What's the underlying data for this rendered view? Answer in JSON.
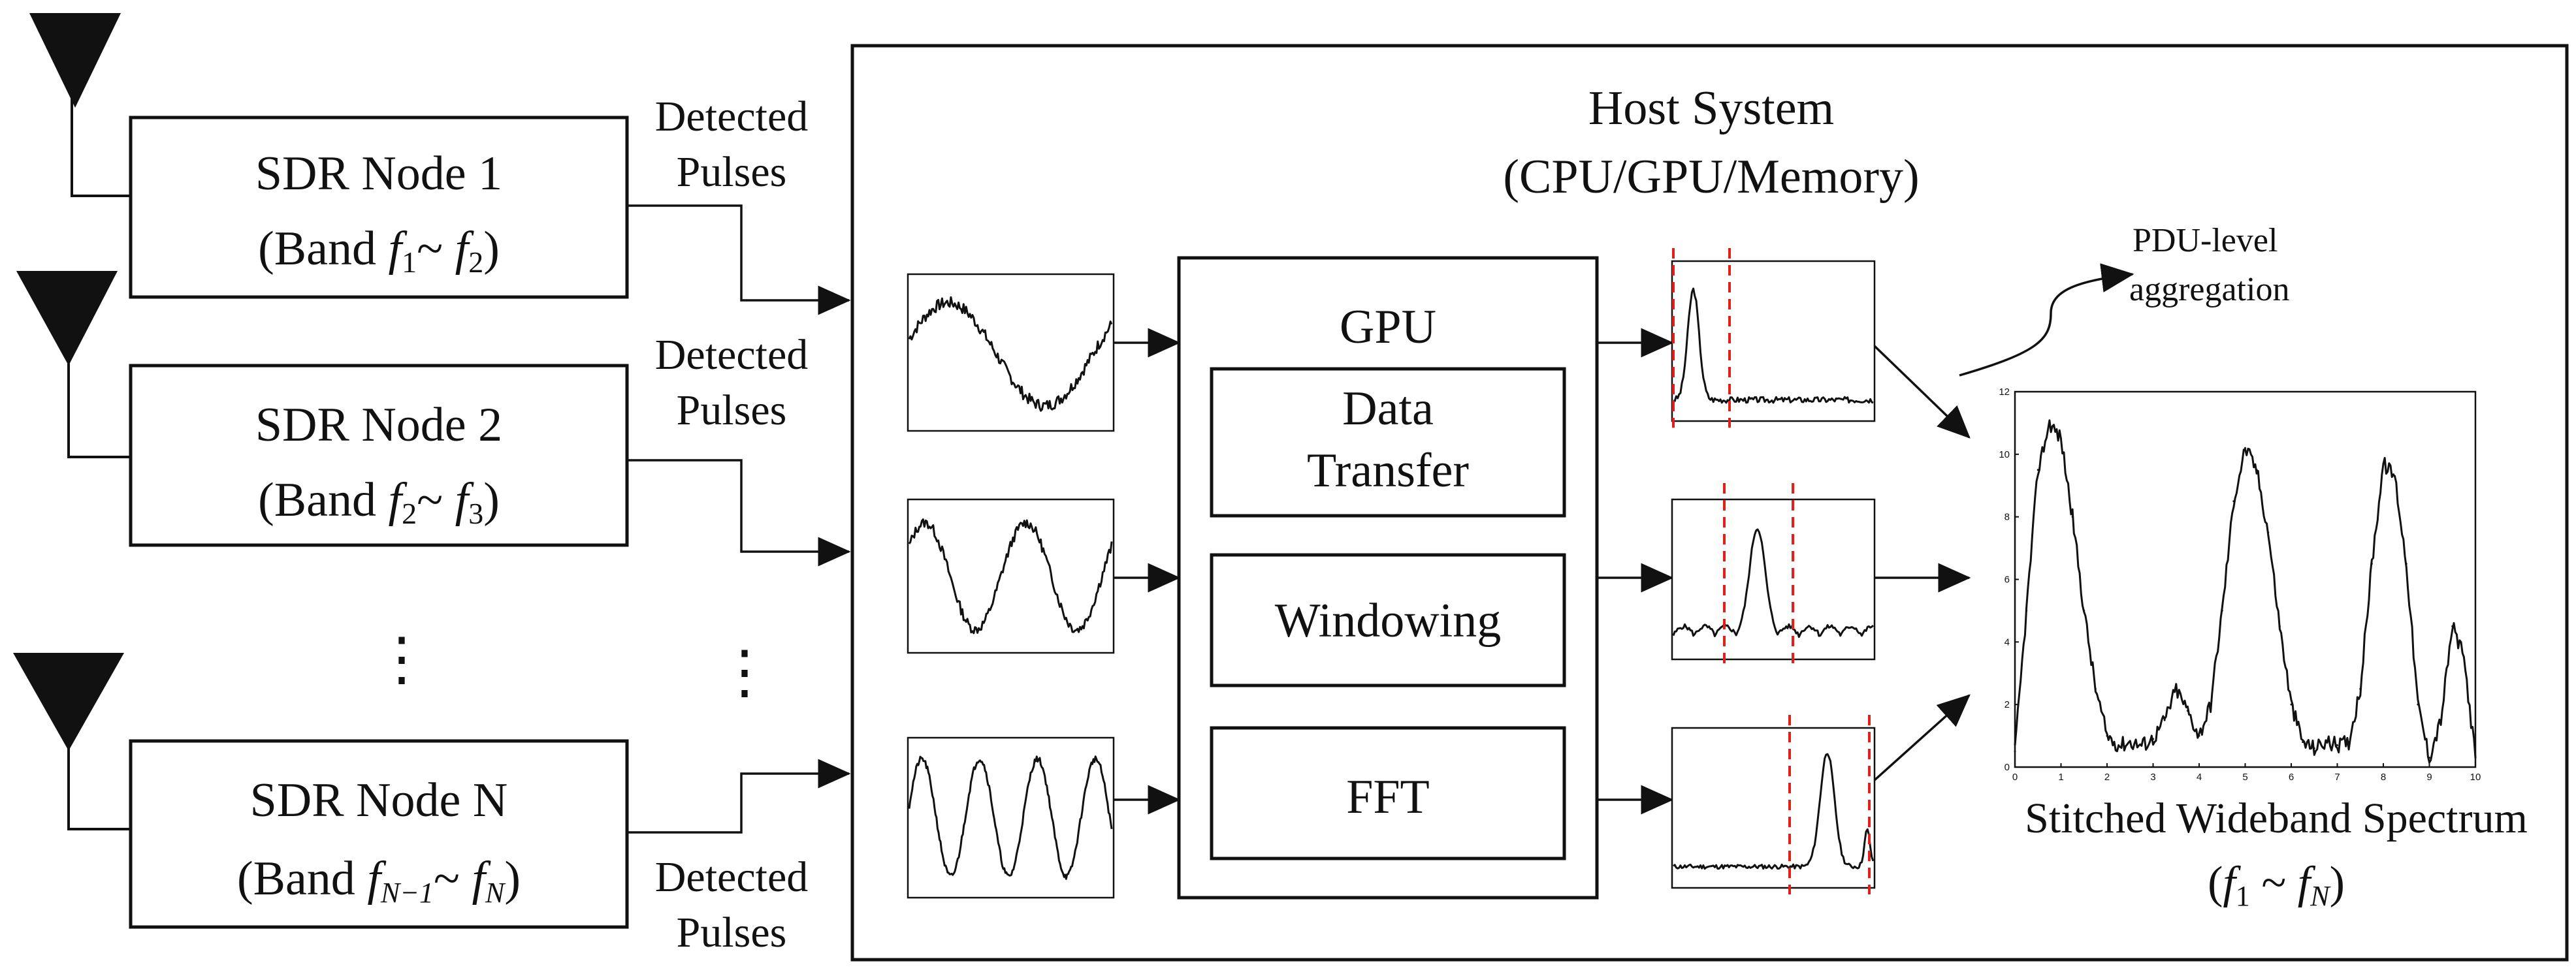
{
  "host": {
    "title": "Host System",
    "subtitle": "(CPU/GPU/Memory)"
  },
  "nodes": [
    {
      "name": "SDR Node 1",
      "band_prefix": "(Band ",
      "f_lo": "f",
      "f_lo_sub": "1",
      "f_hi": "f",
      "f_hi_sub": "2"
    },
    {
      "name": "SDR Node 2",
      "band_prefix": "(Band ",
      "f_lo": "f",
      "f_lo_sub": "2",
      "f_hi": "f",
      "f_hi_sub": "3"
    },
    {
      "name": "SDR Node N",
      "band_prefix": "(Band ",
      "f_lo": "f",
      "f_lo_sub": "N−1",
      "f_hi": "f",
      "f_hi_sub": "N"
    }
  ],
  "pulse_labels": [
    {
      "line1": "Detected",
      "line2": "Pulses"
    },
    {
      "line1": "Detected",
      "line2": "Pulses"
    },
    {
      "line1": "Detected",
      "line2": "Pulses"
    }
  ],
  "gpu": {
    "title": "GPU",
    "stages": [
      {
        "line1": "Data",
        "line2": "Transfer"
      },
      {
        "line1": "Windowing",
        "line2": ""
      },
      {
        "line1": "FFT",
        "line2": ""
      }
    ]
  },
  "aggregation": {
    "line1": "PDU-level",
    "line2": "aggregation"
  },
  "output": {
    "label": "Stitched Wideband  Spectrum",
    "range_open": "(",
    "f_lo": "f",
    "f_lo_sub": "1",
    "tilde": " ~ ",
    "f_hi": "f",
    "f_hi_sub": "N",
    "range_close": ")"
  },
  "ellipsis": "⋮",
  "icons": {
    "antenna": "antenna-icon"
  },
  "chart_data": {
    "type": "line",
    "x": [
      0,
      0.25,
      0.5,
      0.75,
      1,
      1.25,
      1.5,
      1.75,
      2,
      2.25,
      2.5,
      2.75,
      3,
      3.25,
      3.5,
      3.75,
      4,
      4.25,
      4.5,
      4.75,
      5,
      5.25,
      5.5,
      5.75,
      6,
      6.25,
      6.5,
      6.75,
      7,
      7.25,
      7.5,
      7.75,
      8,
      8.25,
      8.5,
      8.75,
      9,
      9.25,
      9.5,
      9.75,
      10
    ],
    "series": [
      {
        "values": [
          0.5,
          5,
          9.5,
          11,
          10.5,
          8,
          5,
          2.5,
          1,
          0.7,
          0.8,
          0.7,
          0.9,
          1.5,
          2.5,
          1.8,
          1,
          2,
          5,
          8.5,
          10.2,
          9.5,
          7.5,
          4.5,
          2,
          0.8,
          0.6,
          0.8,
          0.7,
          0.8,
          2.5,
          6.5,
          9.7,
          9.3,
          6.5,
          2,
          0.3,
          1.5,
          4.5,
          3.5,
          0.3
        ]
      }
    ],
    "xlim": [
      0,
      10
    ],
    "ylim": [
      0,
      12
    ],
    "xticks": [
      "0",
      "1",
      "2",
      "3",
      "4",
      "5",
      "6",
      "7",
      "8",
      "9",
      "10"
    ],
    "yticks": [
      "0",
      "2",
      "4",
      "6",
      "8",
      "10",
      "12"
    ]
  }
}
